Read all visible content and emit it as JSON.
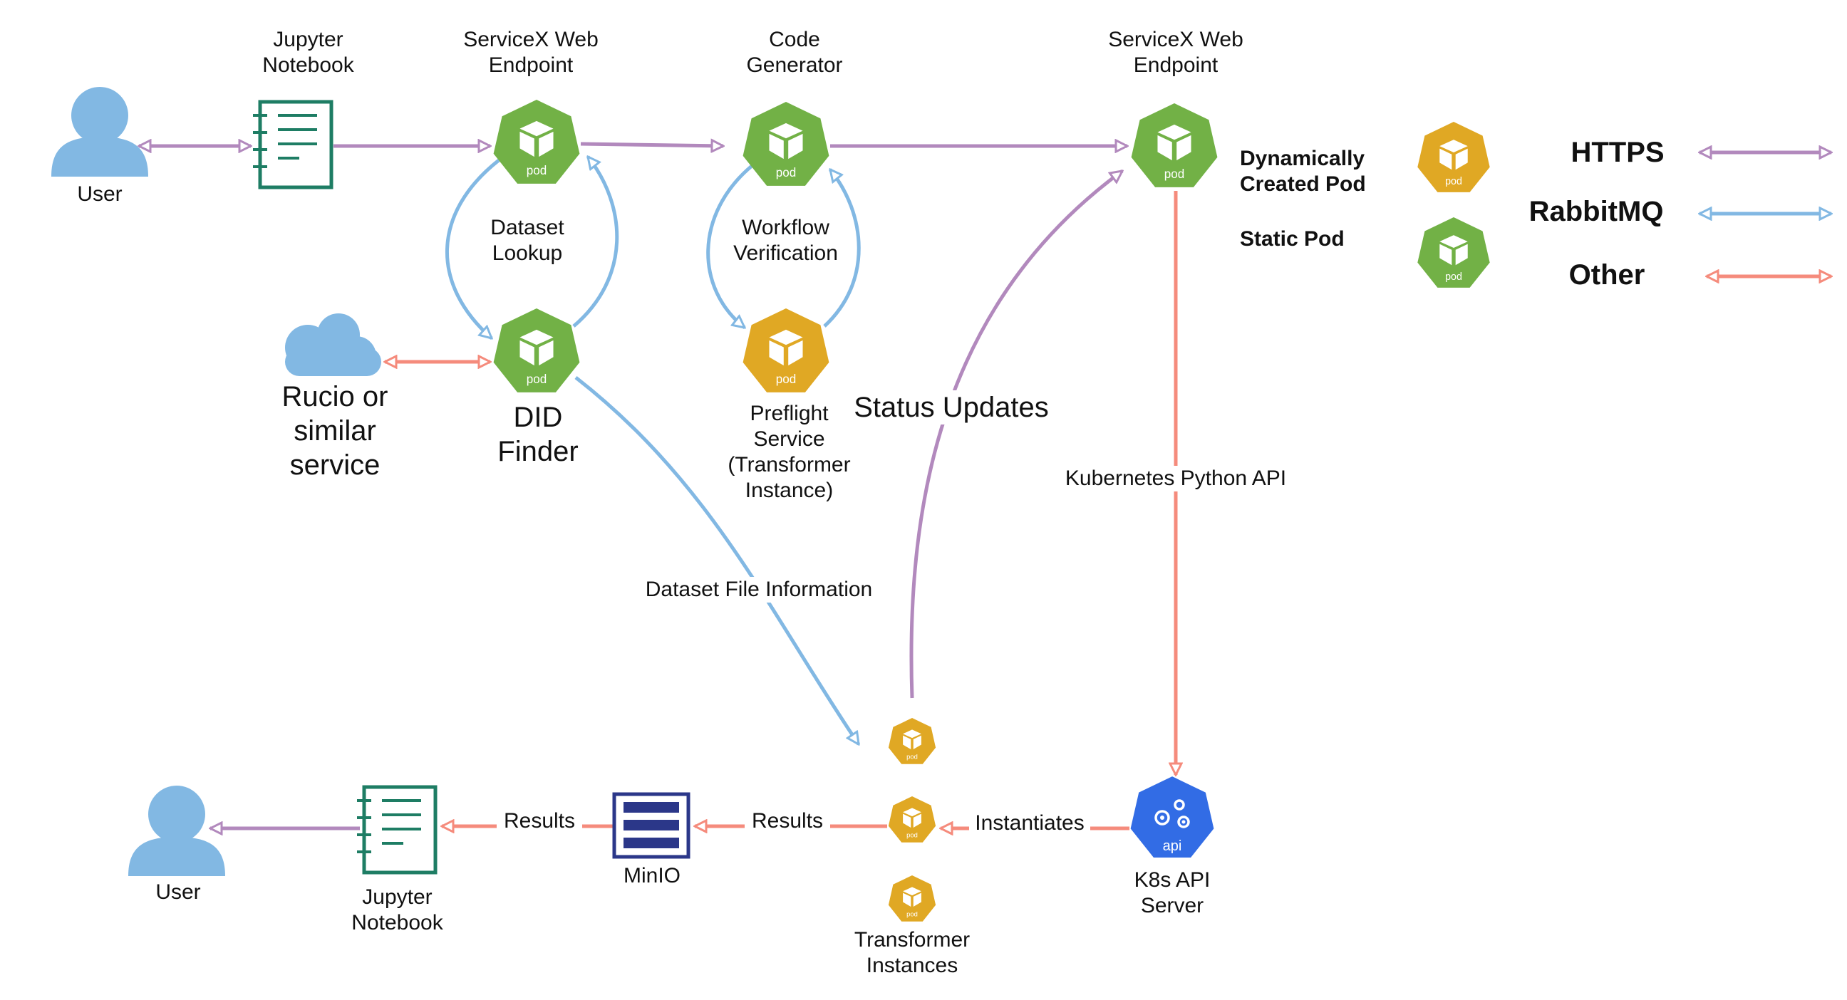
{
  "legend": {
    "pods": [
      {
        "label_lines": [
          "Dynamically",
          "Created Pod"
        ],
        "color": "#e0a824"
      },
      {
        "label_lines": [
          "Static Pod"
        ],
        "color": "#72b146"
      }
    ],
    "connections": [
      {
        "label": "HTTPS",
        "color": "#b289bd"
      },
      {
        "label": "RabbitMQ",
        "color": "#82b8e3"
      },
      {
        "label": "Other",
        "color": "#f58b7c"
      }
    ]
  },
  "colors": {
    "static_pod": "#72b146",
    "dynamic_pod": "#e0a824",
    "https": "#b289bd",
    "rabbitmq": "#82b8e3",
    "other": "#f58b7c",
    "user": "#82b8e3",
    "notebook": "#1e7d64",
    "minio": "#2b3789",
    "api": "#326ce5"
  },
  "nodes": {
    "user_top": {
      "label": "User",
      "icon": "user-icon"
    },
    "notebook_top": {
      "label_lines": [
        "Jupyter",
        "Notebook"
      ],
      "icon": "notebook-icon"
    },
    "web_endpoint_1": {
      "label_lines": [
        "ServiceX Web",
        "Endpoint"
      ],
      "icon": "pod-icon",
      "pod_text": "pod"
    },
    "code_generator": {
      "label_lines": [
        "Code",
        "Generator"
      ],
      "icon": "pod-icon",
      "pod_text": "pod"
    },
    "web_endpoint_2": {
      "label_lines": [
        "ServiceX Web",
        "Endpoint"
      ],
      "icon": "pod-icon",
      "pod_text": "pod"
    },
    "rucio": {
      "label_lines": [
        "Rucio or",
        "similar",
        "service"
      ],
      "icon": "cloud-icon"
    },
    "did_finder": {
      "label_lines": [
        "DID",
        "Finder"
      ],
      "icon": "pod-icon",
      "pod_text": "pod"
    },
    "preflight": {
      "label_lines": [
        "Preflight",
        "Service",
        "(Transformer",
        "Instance)"
      ],
      "icon": "pod-icon",
      "pod_text": "pod"
    },
    "transformers": {
      "label_lines": [
        "Transformer",
        "Instances"
      ],
      "icon": "pod-icon",
      "pod_text": "pod"
    },
    "k8s_api": {
      "label_lines": [
        "K8s API",
        "Server"
      ],
      "icon": "api-icon",
      "pod_text": "api"
    },
    "minio": {
      "label": "MinIO",
      "icon": "minio-icon"
    },
    "notebook_bottom": {
      "label_lines": [
        "Jupyter",
        "Notebook"
      ],
      "icon": "notebook-icon"
    },
    "user_bottom": {
      "label": "User",
      "icon": "user-icon"
    }
  },
  "edges": {
    "dataset_lookup": [
      "Dataset",
      "Lookup"
    ],
    "workflow_verification": [
      "Workflow",
      "Verification"
    ],
    "status_updates": "Status Updates",
    "kubernetes_api": "Kubernetes Python API",
    "dataset_file_info": "Dataset File Information",
    "instantiates": "Instantiates",
    "results_1": "Results",
    "results_2": "Results"
  }
}
